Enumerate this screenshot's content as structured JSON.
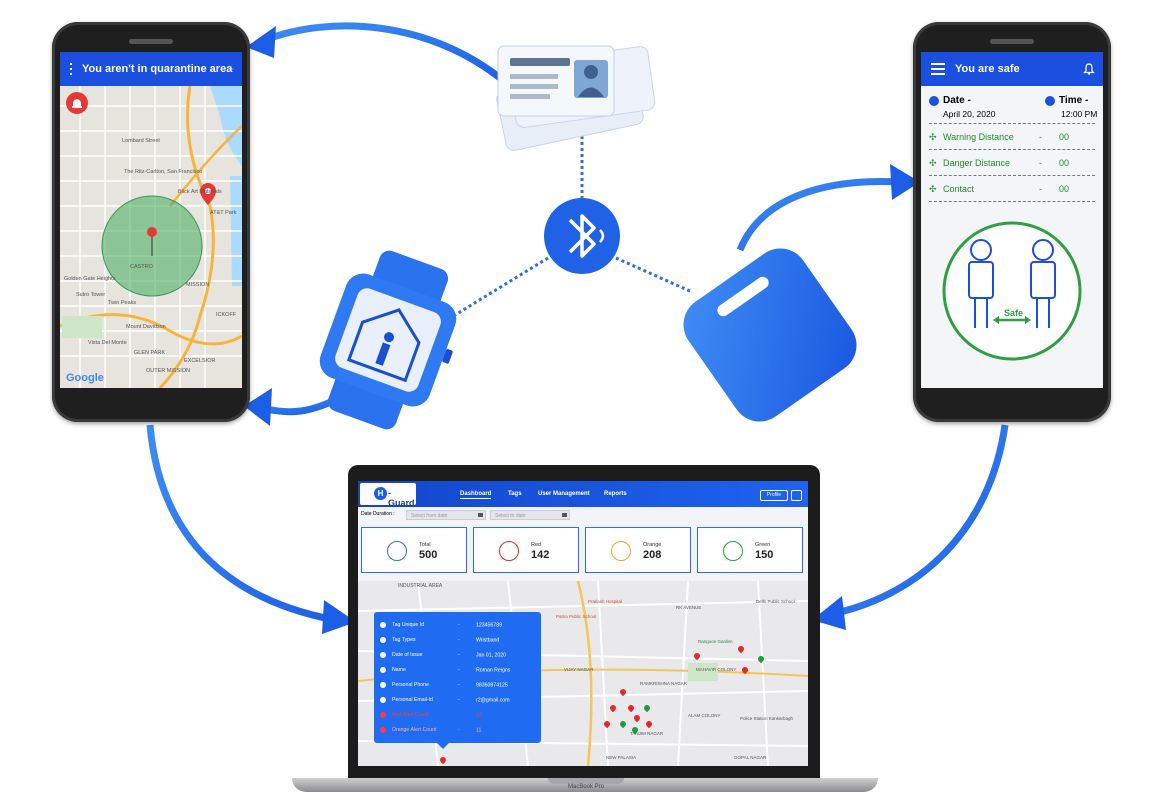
{
  "left_phone": {
    "title": "You aren't in quarantine area",
    "map_labels": [
      "Lombard Street",
      "The Ritz-Carlton, San Francisco",
      "Blick Art Materials",
      "AT&T Park",
      "CASTRO",
      "Twin Peaks",
      "Golden Gate Heights",
      "Mount Davidson",
      "Sutro Tower",
      "Vista Del Monte",
      "GLEN PARK",
      "EXCELSIOR",
      "OUTER MISSION",
      "ICKOFF",
      "MISSION"
    ],
    "google": "Google"
  },
  "right_phone": {
    "title": "You are safe",
    "date_label": "Date -",
    "date_value": "April 20, 2020",
    "time_label": "Time -",
    "time_value": "12:00 PM",
    "rows": [
      {
        "label": "Warning Distance",
        "sep": "-",
        "value": "00"
      },
      {
        "label": "Danger Distance",
        "sep": "-",
        "value": "00"
      },
      {
        "label": "Contact",
        "sep": "-",
        "value": "00"
      }
    ],
    "safe_label": "Safe"
  },
  "laptop": {
    "brand": "-Guard",
    "brand_letter": "H",
    "nav": [
      "Dashboard",
      "Tags",
      "User Management",
      "Reports"
    ],
    "profile": "Profile",
    "date_duration_label": "Date Duration :",
    "from_placeholder": "Select from date",
    "to_placeholder": "Select to date",
    "cards": [
      {
        "label": "Total",
        "value": "500",
        "color": "#2d6ef0"
      },
      {
        "label": "Red",
        "value": "142",
        "color": "#e32b2b"
      },
      {
        "label": "Orange",
        "value": "208",
        "color": "#f2a51f"
      },
      {
        "label": "Green",
        "value": "150",
        "color": "#21a545"
      }
    ],
    "popup_rows": [
      {
        "key": "Tag Unique Id",
        "sep": "-",
        "val": "123456789"
      },
      {
        "key": "Tag Types",
        "sep": "-",
        "val": "Wristband"
      },
      {
        "key": "Date of Issue",
        "sep": "-",
        "val": "Jan 01, 2020"
      },
      {
        "key": "Name",
        "sep": "-",
        "val": "Roman Reigns"
      },
      {
        "key": "Personal Phone",
        "sep": "-",
        "val": "98360874125"
      },
      {
        "key": "Personal Email-Id",
        "sep": "-",
        "val": "r2@gmail.com"
      },
      {
        "key": "Red Alert Count",
        "sep": "-",
        "val": "22"
      },
      {
        "key": "Orange Alert Count",
        "sep": "-",
        "val": "11"
      }
    ],
    "map_labels": [
      "INDUSTRIAL AREA",
      "Prakash Hospital",
      "Patna Public School",
      "RK AVENUE",
      "Delhi Public School",
      "VIJAY NAGAR",
      "RAMKRISHNA NAGAR",
      "MAHAVIR COLONY",
      "ALAM COLONY",
      "Rangoon Garden",
      "NEW PALASIA",
      "GOPAL NAGAR",
      "Police Station Kankarbagh",
      "TANJIM NAGAR"
    ],
    "macbook": "MacBook Pro"
  }
}
